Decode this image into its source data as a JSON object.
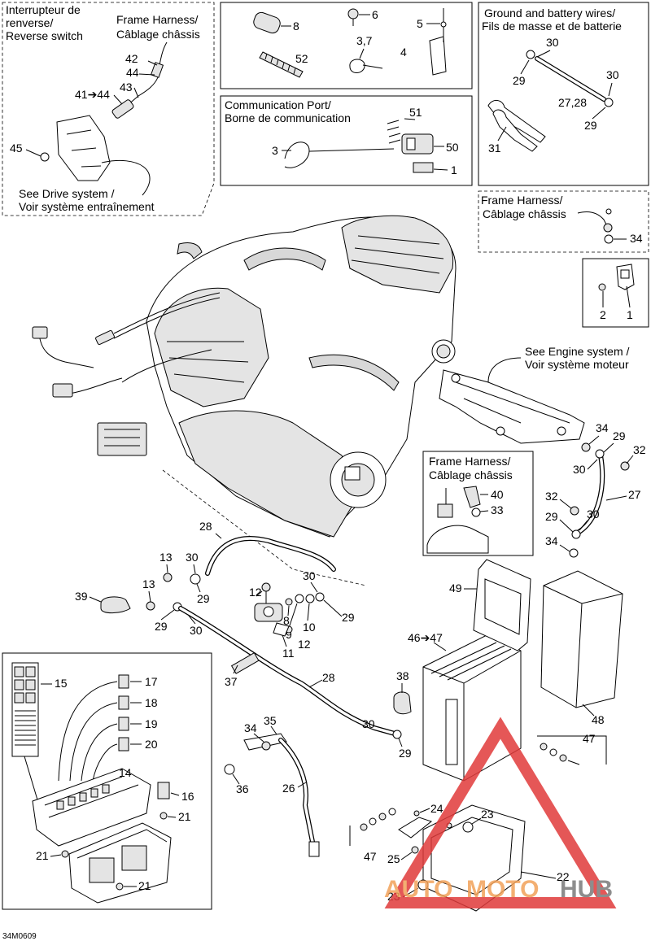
{
  "panels": {
    "reverse_switch": {
      "title_line1": "Interrupteur de",
      "title_line2": "renverse/",
      "title_line3": "Reverse switch",
      "harness_line1": "Frame Harness/",
      "harness_line2": "Câblage châssis",
      "see_line1": "See Drive system /",
      "see_line2": "Voir système entraînement"
    },
    "communication": {
      "title_line1": "Communication Port/",
      "title_line2": "Borne de communication"
    },
    "ground": {
      "title_line1": "Ground and battery wires/",
      "title_line2": "Fils de masse et de batterie"
    },
    "frame_harness_right": {
      "line1": "Frame Harness/",
      "line2": "Câblage châssis"
    },
    "frame_harness_center": {
      "line1": "Frame Harness/",
      "line2": "Câblage châssis"
    }
  },
  "see_engine": {
    "line1": "See Engine system /",
    "line2": "Voir système moteur"
  },
  "callouts": {
    "c42": "42",
    "c44a": "44",
    "c43": "43",
    "c41_44": "41➔44",
    "c45": "45",
    "c8": "8",
    "c52": "52",
    "c6": "6",
    "c3_7": "3,7",
    "c5": "5",
    "c4": "4",
    "c51": "51",
    "c3": "3",
    "c50": "50",
    "c1a": "1",
    "c30a": "30",
    "c29a": "29",
    "c30b": "30",
    "c27_28": "27,28",
    "c29b": "29",
    "c31": "31",
    "c34a": "34",
    "c2": "2",
    "c1b": "1",
    "c34b": "34",
    "c29c": "29",
    "c32a": "32",
    "c30c": "30",
    "c27": "27",
    "c40": "40",
    "c33": "33",
    "c32b": "32",
    "c29d": "29",
    "c30d": "30",
    "c34c": "34",
    "c28a": "28",
    "c13a": "13",
    "c30e": "30",
    "c12a": "12",
    "c30f": "30",
    "c39": "39",
    "c13b": "13",
    "c29e": "29",
    "c29f": "29",
    "c30g": "30",
    "c8b": "8",
    "c10": "10",
    "c9": "9",
    "c11": "11",
    "c12b": "12",
    "c29g": "29",
    "c49": "49",
    "c46_47": "46➔47",
    "c48": "48",
    "c37": "37",
    "c28b": "28",
    "c38": "38",
    "c30h": "30",
    "c29h": "29",
    "c34d": "34",
    "c35": "35",
    "c36": "36",
    "c26": "26",
    "c47a": "47",
    "c47b": "47",
    "c24": "24",
    "c23a": "23",
    "c25": "25",
    "c22": "22",
    "c23b": "23",
    "c15": "15",
    "c17": "17",
    "c18": "18",
    "c19": "19",
    "c20": "20",
    "c14": "14",
    "c16": "16",
    "c21a": "21",
    "c21b": "21",
    "c21c": "21"
  },
  "figure_code": "34M0609",
  "watermark": {
    "part1": "AUTO",
    "part2": "MOTO",
    "part3": "HUB",
    "color_red": "#e03a3a",
    "color_orange": "#f2a25a",
    "color_gray": "#7a7a7a"
  }
}
